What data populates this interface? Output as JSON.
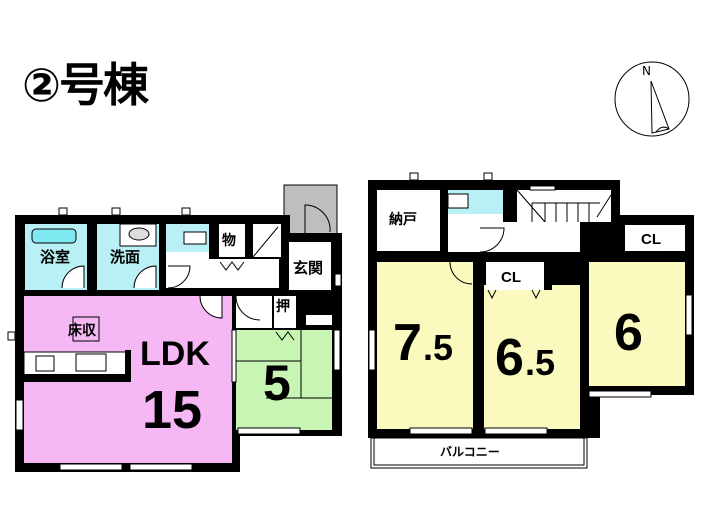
{
  "title": "②号棟",
  "compass": {
    "label": "N"
  },
  "colors": {
    "wall": "#000000",
    "ldk": "#f5b8f5",
    "washitsu": "#c8f5b4",
    "bath": "#b8f0f5",
    "bedroom": "#fafabe",
    "entrance_porch": "#bebebe",
    "white": "#ffffff"
  },
  "floor1": {
    "rooms": {
      "bath": "浴室",
      "washroom": "洗面",
      "storage": "物",
      "entrance": "玄関",
      "closet": "押",
      "floor_storage": "床収",
      "ldk_label": "LDK",
      "ldk_size": "15",
      "washitsu_size": "5"
    }
  },
  "floor2": {
    "rooms": {
      "closet_storage": "納戸",
      "cl_a": "CL",
      "cl_b": "CL",
      "room1_size_int": "7",
      "room1_size_frac": ".5",
      "room2_size_int": "6",
      "room2_size_frac": ".5",
      "room3_size": "6",
      "balcony": "バルコニー"
    }
  }
}
